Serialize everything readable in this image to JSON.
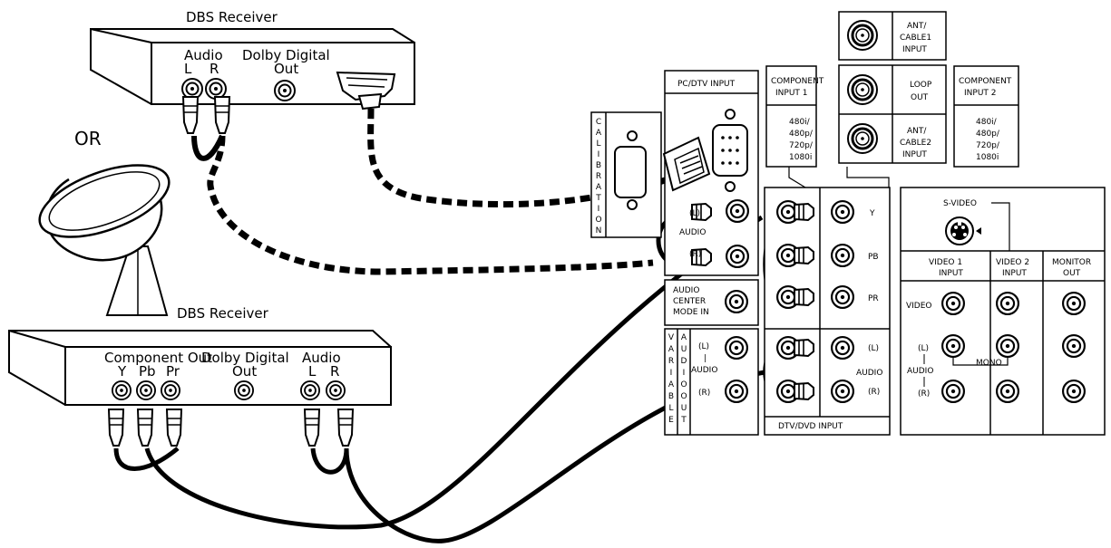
{
  "receiver_top": {
    "title": "DBS Receiver",
    "audio": "Audio",
    "l": "L",
    "r": "R",
    "dolby": "Dolby Digital",
    "out": "Out"
  },
  "or_label": "OR",
  "receiver_bottom": {
    "title": "DBS Receiver",
    "component_out": "Component Out",
    "dolby": "Dolby Digital",
    "audio": "Audio",
    "y": "Y",
    "pb": "Pb",
    "pr": "Pr",
    "out": "Out",
    "l": "L",
    "r": "R"
  },
  "tv_panel": {
    "pc_dtv_input": "PC/DTV INPUT",
    "calibration_letters": [
      "C",
      "A",
      "L",
      "I",
      "B",
      "R",
      "A",
      "T",
      "I",
      "O",
      "N"
    ],
    "audio": "AUDIO",
    "audio_l": "(L)",
    "audio_r": "(R)",
    "audio_center_lines": [
      "AUDIO",
      "CENTER",
      "MODE IN"
    ],
    "variable_letters": [
      "V",
      "A",
      "R",
      "I",
      "A",
      "B",
      "L",
      "E"
    ],
    "audio_out_letters": [
      "A",
      "U",
      "D",
      "I",
      "O",
      "O",
      "U",
      "T"
    ],
    "var_l": "(L)",
    "var_dash": "|",
    "var_audio": "AUDIO",
    "var_r": "(R)",
    "component1_lines": [
      "COMPONENT",
      "INPUT 1"
    ],
    "component1_res": [
      "480i/",
      "480p/",
      "720p/",
      "1080i"
    ],
    "component2_lines": [
      "COMPONENT",
      "INPUT 2"
    ],
    "component2_res": [
      "480i/",
      "480p/",
      "720p/",
      "1080i"
    ],
    "ant1_lines": [
      "ANT/",
      "CABLE1",
      "INPUT"
    ],
    "loop_lines": [
      "LOOP",
      "OUT"
    ],
    "ant2_lines": [
      "ANT/",
      "CABLE2",
      "INPUT"
    ],
    "y": "Y",
    "pb": "PB",
    "pr": "PR",
    "dtv_l": "(L)",
    "dtv_audio": "AUDIO",
    "dtv_r": "(R)",
    "dtv_dvd_input": "DTV/DVD INPUT",
    "svideo": "S-VIDEO",
    "video1_lines": [
      "VIDEO 1",
      "INPUT"
    ],
    "video2_lines": [
      "VIDEO 2",
      "INPUT"
    ],
    "monitor_lines": [
      "MONITOR",
      "OUT"
    ],
    "video": "VIDEO",
    "v_l": "(L)",
    "v_audio": "AUDIO",
    "v_r": "(R)",
    "mono": "MONO"
  }
}
